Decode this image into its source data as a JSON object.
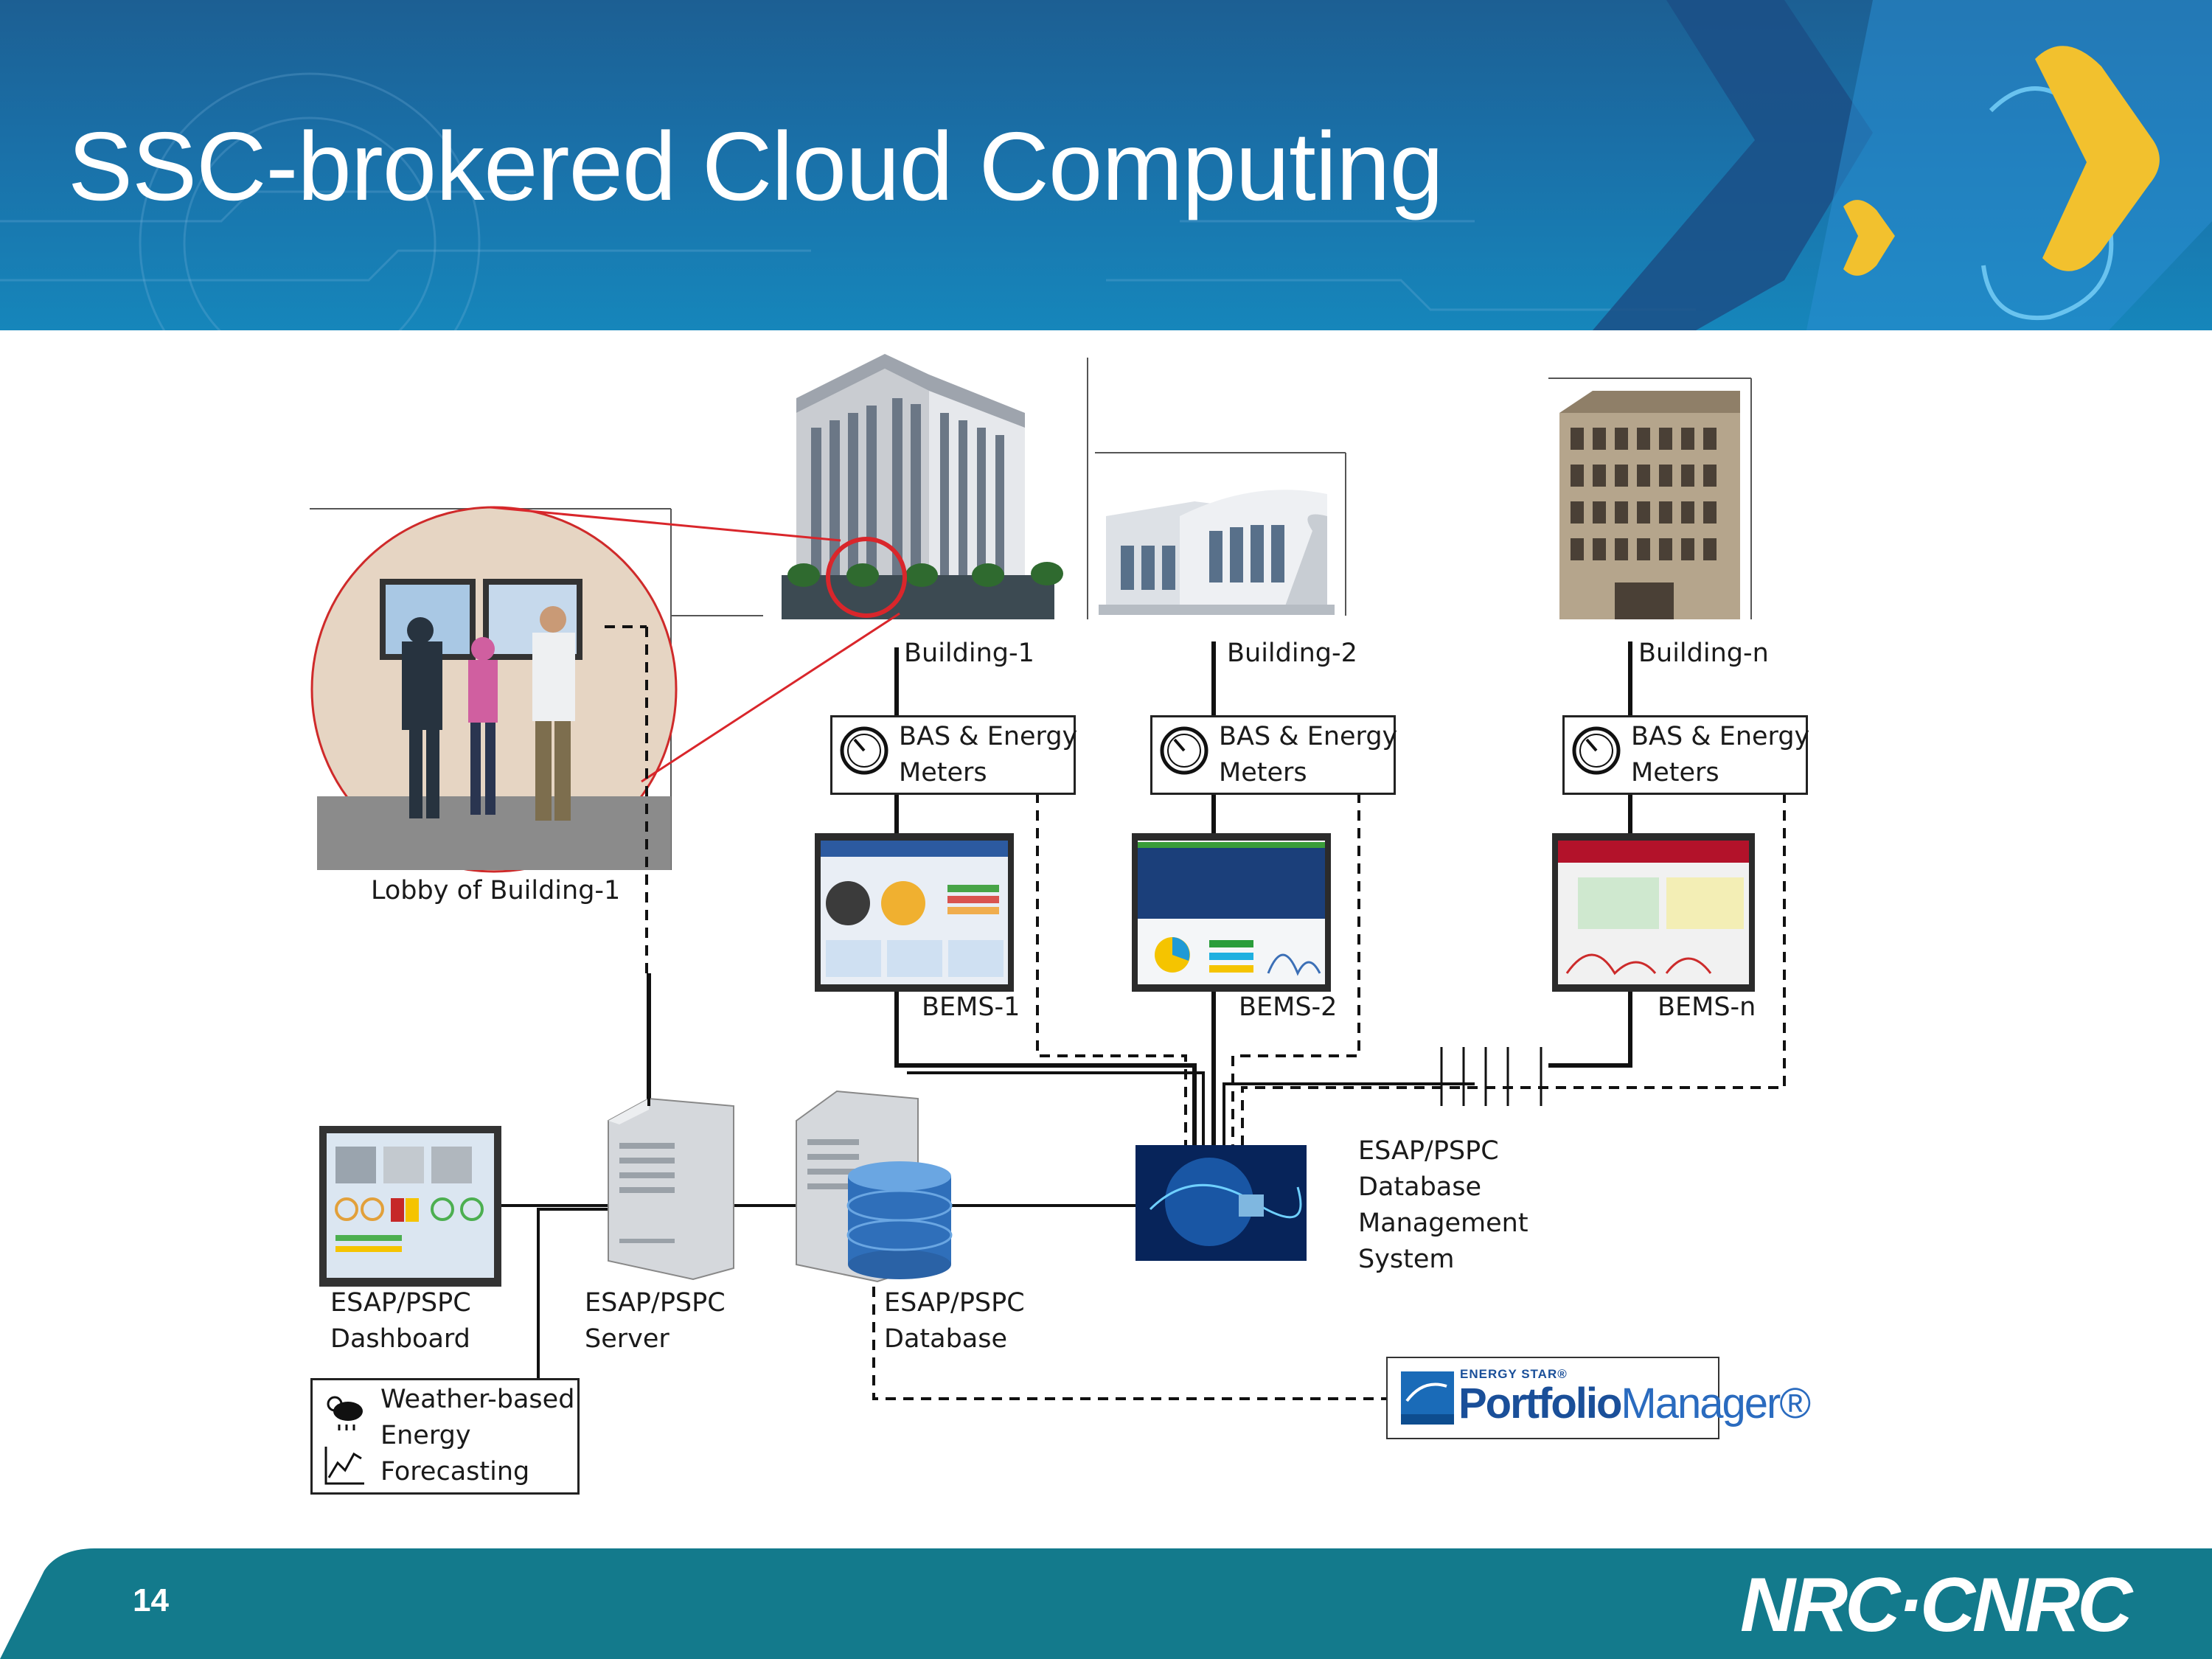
{
  "slide": {
    "title": "SSC-brokered Cloud Computing",
    "page_number": "14",
    "org_logo": "NRC·CNRC"
  },
  "diagram": {
    "buildings": [
      {
        "label": "Building-1",
        "meter_label_line1": "BAS & Energy",
        "meter_label_line2": "Meters",
        "bems_label": "BEMS-1"
      },
      {
        "label": "Building-2",
        "meter_label_line1": "BAS & Energy",
        "meter_label_line2": "Meters",
        "bems_label": "BEMS-2"
      },
      {
        "label": "Building-n",
        "meter_label_line1": "BAS & Energy",
        "meter_label_line2": "Meters",
        "bems_label": "BEMS-n"
      }
    ],
    "lobby_label": "Lobby of Building-1",
    "dashboard_label_line1": "ESAP/PSPC",
    "dashboard_label_line2": "Dashboard",
    "server_label_line1": "ESAP/PSPC",
    "server_label_line2": "Server",
    "database_label_line1": "ESAP/PSPC",
    "database_label_line2": "Database",
    "dbms_label_lines": [
      "ESAP/PSPC",
      "Database",
      "Management",
      "System"
    ],
    "forecast_label_lines": [
      "Weather-based",
      "Energy",
      "Forecasting"
    ],
    "portfolio_manager": {
      "small_text": "ENERGY STAR®",
      "brand_bold": "Portfolio",
      "brand_light": "Manager®"
    }
  },
  "colors": {
    "header_blue": "#1a70a8",
    "footer_teal": "#137a8c",
    "accent_yellow": "#f2c12e",
    "highlight_red": "#d9262b"
  }
}
